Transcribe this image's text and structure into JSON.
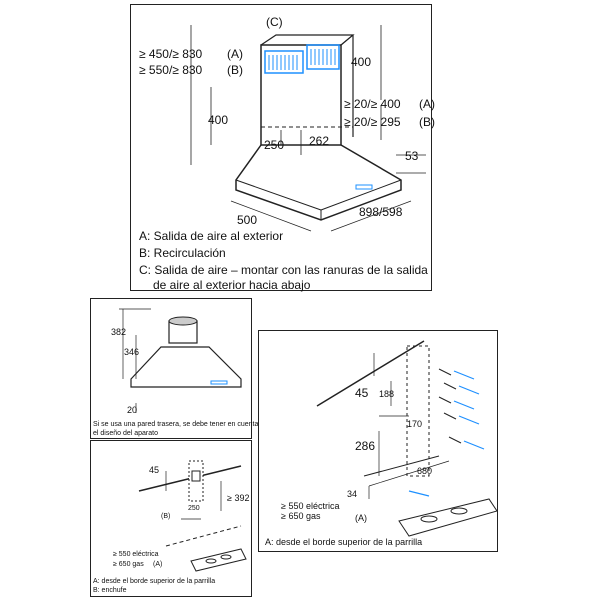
{
  "top": {
    "labels": {
      "c_marker": "(C)",
      "h1": "≥ 450/≥ 830",
      "h1_tag": "(A)",
      "h2": "≥ 550/≥ 830",
      "h2_tag": "(B)",
      "v400_right": "400",
      "v400_left": "400",
      "r1": "≥ 20/≥ 400",
      "r1_tag": "(A)",
      "r2": "≥ 20/≥ 295",
      "r2_tag": "(B)",
      "d250": "250",
      "d262": "262",
      "d53": "53",
      "d500": "500",
      "d898": "898/598"
    },
    "legend": [
      "A: Salida de aire al exterior",
      "B: Recirculación",
      "C: Salida de aire – montar con las ranuras de la salida",
      "de aire al exterior hacia abajo"
    ]
  },
  "mid_left": {
    "d382": "382",
    "d346": "346",
    "d20": "20",
    "note1": "Si se usa una pared trasera, se debe tener en cuenta",
    "note2": "el diseño del aparato"
  },
  "bottom_left": {
    "d45": "45",
    "d392": "≥ 392",
    "d250": "250",
    "b_tag": "(B)",
    "e1": "≥ 550 eléctrica",
    "e2": "≥ 650 gas",
    "a_tag": "(A)",
    "legend1": "A: desde el borde superior de la parrilla",
    "legend2": "B: enchufe"
  },
  "right": {
    "d45": "45",
    "d188": "188",
    "d170": "170",
    "d286": "286",
    "d680": "680",
    "d34": "34",
    "e1": "≥ 550 eléctrica",
    "e2": "≥ 650 gas",
    "a_tag": "(A)",
    "legend": "A: desde el borde superior de la parrilla"
  }
}
